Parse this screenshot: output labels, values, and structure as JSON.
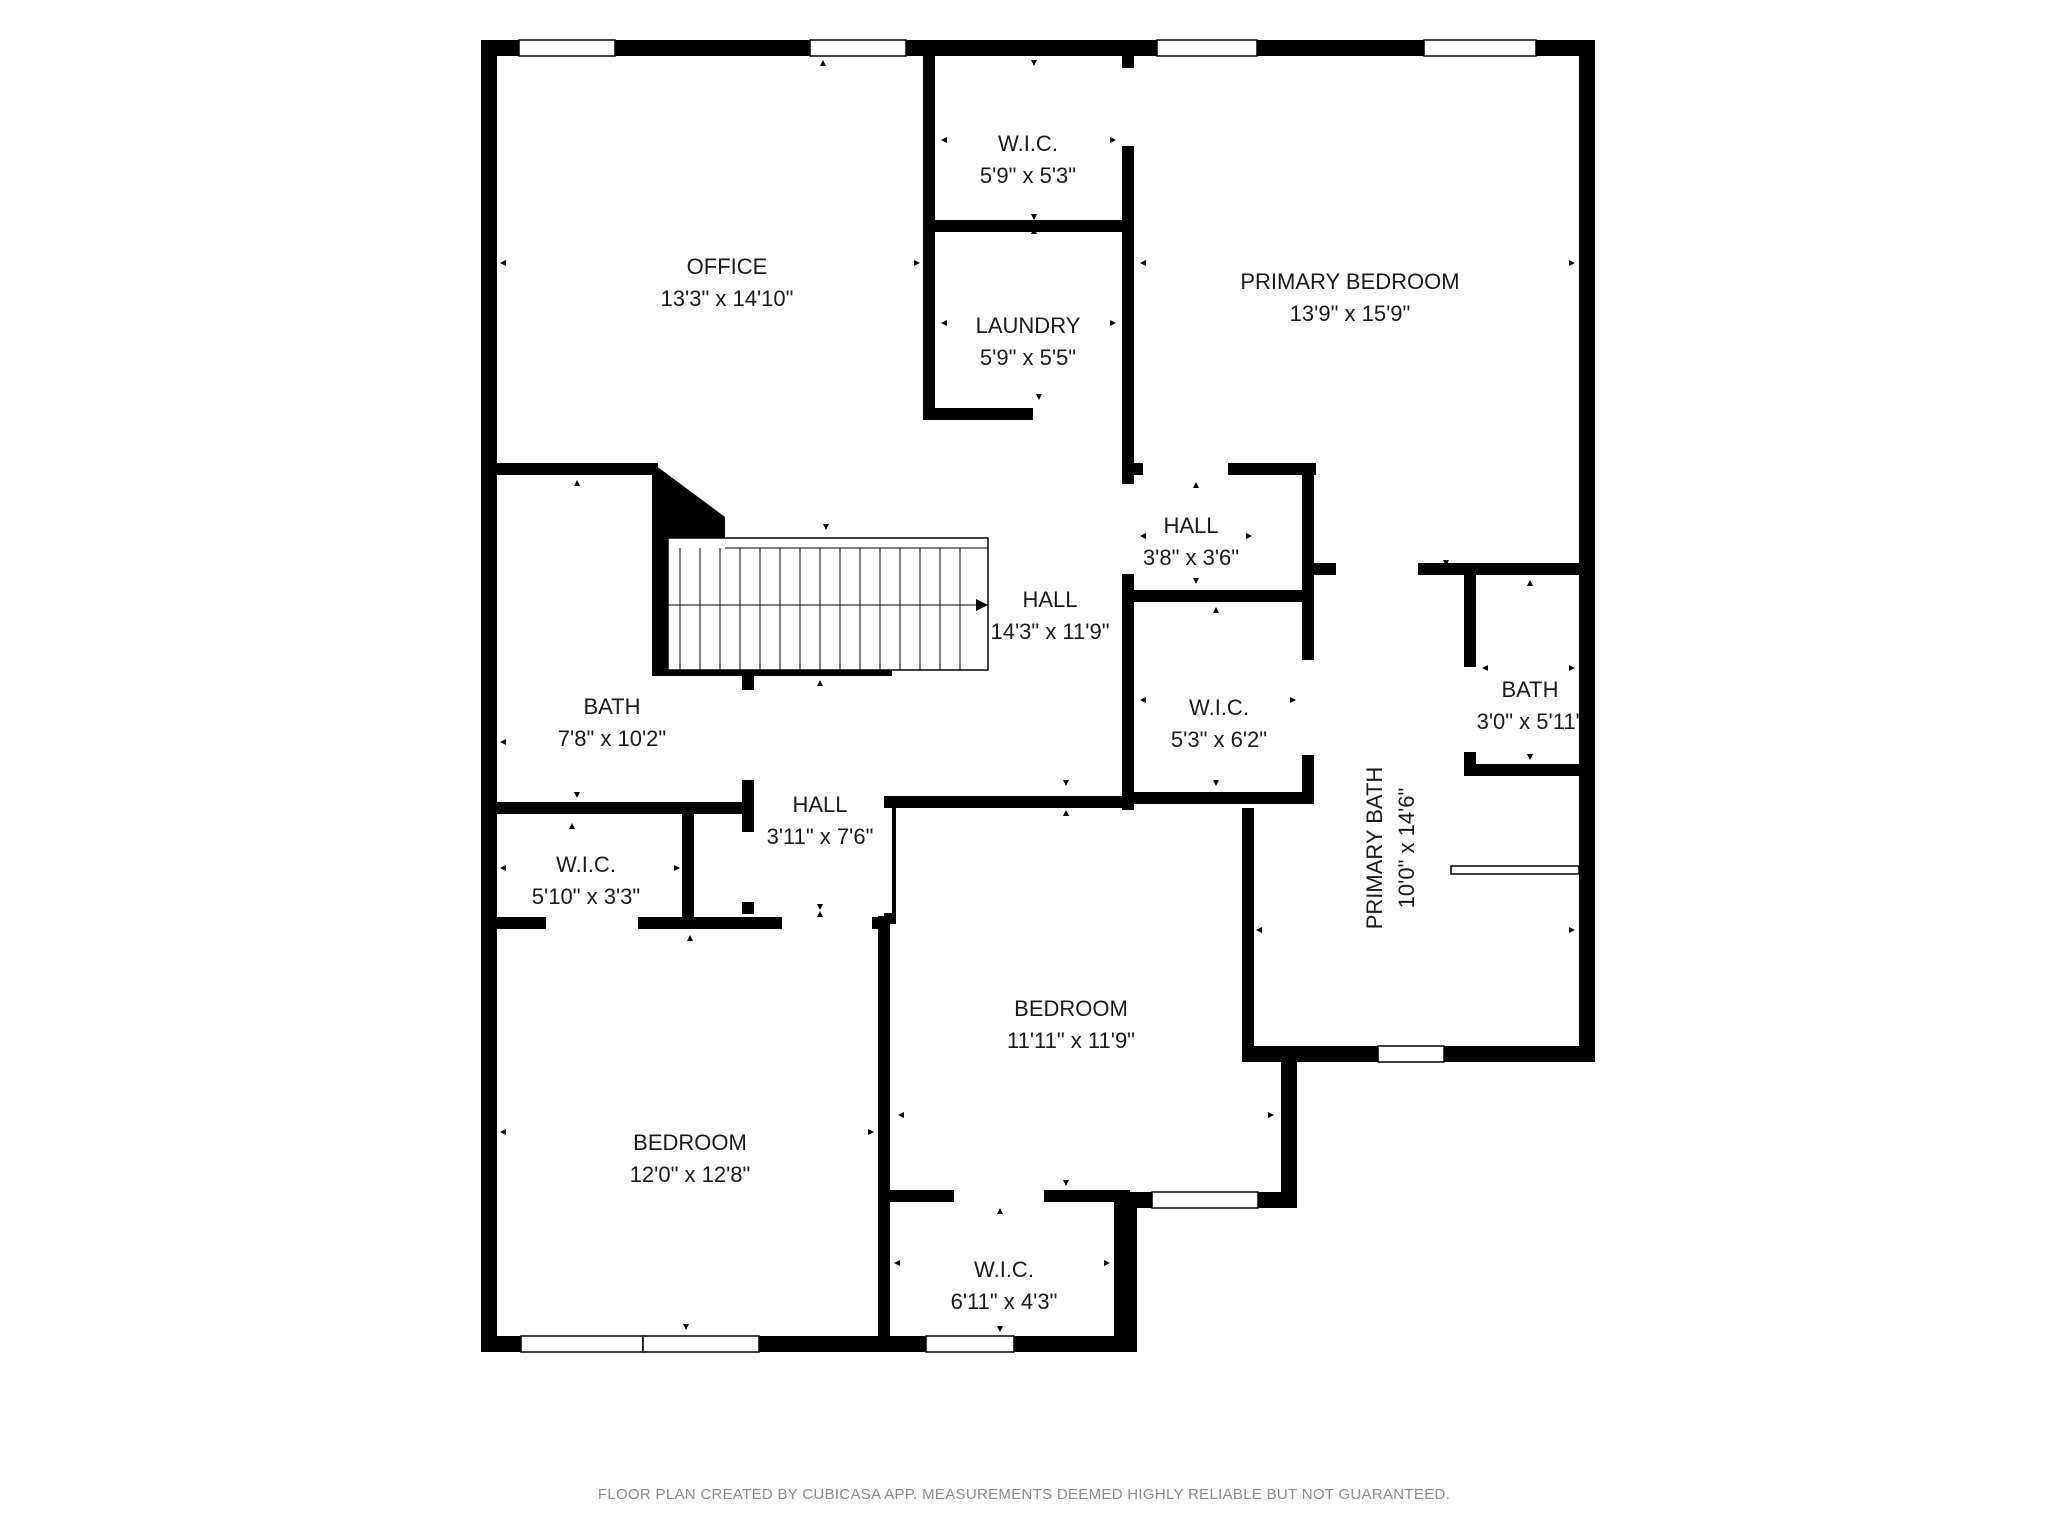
{
  "rooms": {
    "office": {
      "name": "OFFICE",
      "size": "13'3\" x 14'10\""
    },
    "wic_top": {
      "name": "W.I.C.",
      "size": "5'9\" x 5'3\""
    },
    "laundry": {
      "name": "LAUNDRY",
      "size": "5'9\" x 5'5\""
    },
    "primary_bedroom": {
      "name": "PRIMARY BEDROOM",
      "size": "13'9\" x 15'9\""
    },
    "hall_small": {
      "name": "HALL",
      "size": "3'8\" x 3'6\""
    },
    "hall_main": {
      "name": "HALL",
      "size": "14'3\" x 11'9\""
    },
    "bath_left": {
      "name": "BATH",
      "size": "7'8\" x 10'2\""
    },
    "wic_mid": {
      "name": "W.I.C.",
      "size": "5'3\" x 6'2\""
    },
    "bath_right": {
      "name": "BATH",
      "size": "3'0\" x 5'11\""
    },
    "primary_bath": {
      "name": "PRIMARY BATH",
      "size": "10'0\" x 14'6\""
    },
    "hall_lower": {
      "name": "HALL",
      "size": "3'11\" x 7'6\""
    },
    "wic_left": {
      "name": "W.I.C.",
      "size": "5'10\" x 3'3\""
    },
    "bedroom_center": {
      "name": "BEDROOM",
      "size": "11'11\" x 11'9\""
    },
    "bedroom_left": {
      "name": "BEDROOM",
      "size": "12'0\" x 12'8\""
    },
    "wic_bottom": {
      "name": "W.I.C.",
      "size": "6'11\" x 4'3\""
    }
  },
  "footer": "FLOOR PLAN CREATED BY CUBICASA APP. MEASUREMENTS DEEMED HIGHLY RELIABLE BUT NOT GUARANTEED."
}
